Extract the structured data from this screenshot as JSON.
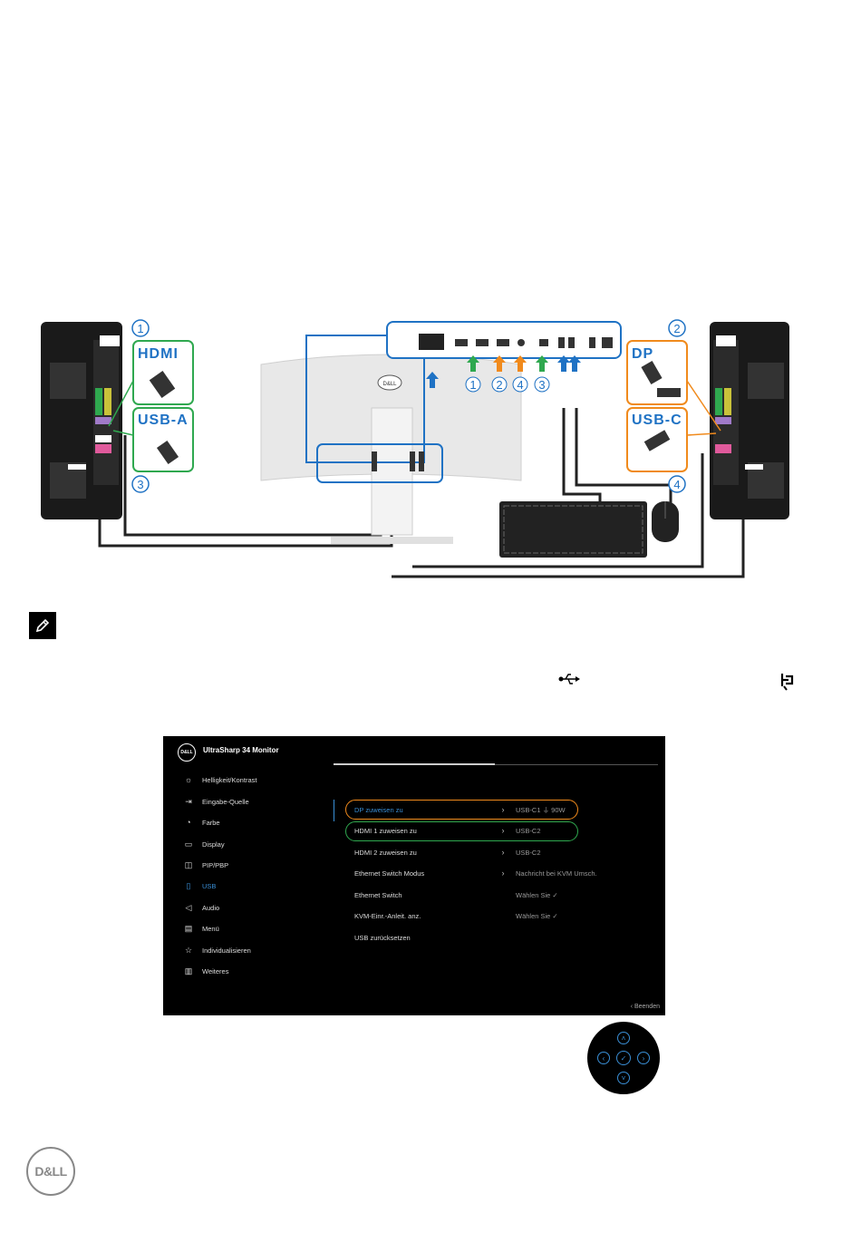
{
  "diagram": {
    "callouts": [
      "1",
      "2",
      "3",
      "4"
    ],
    "port_numbers": [
      "1",
      "2",
      "4",
      "3"
    ],
    "left_pc": {
      "labels": [
        "HDMI",
        "USB-A"
      ]
    },
    "right_pc": {
      "labels": [
        "DP",
        "USB-C"
      ]
    },
    "monitor_logo": "D&LL",
    "colors": {
      "green": "#2fa84f",
      "orange": "#f08a1c",
      "blue": "#1f72c4"
    }
  },
  "note_icon": "pencil-note-icon",
  "inline_icons": [
    "usb-icon",
    "power-delivery-icon"
  ],
  "osd": {
    "logo": "D&LL",
    "title": "UltraSharp 34 Monitor",
    "menu": [
      {
        "label": "Helligkeit/Kontrast",
        "icon": "☼"
      },
      {
        "label": "Eingabe-Quelle",
        "icon": "⇥"
      },
      {
        "label": "Farbe",
        "icon": "◔"
      },
      {
        "label": "Display",
        "icon": "▭"
      },
      {
        "label": "PIP/PBP",
        "icon": "◫"
      },
      {
        "label": "USB",
        "icon": "▯"
      },
      {
        "label": "Audio",
        "icon": "◁"
      },
      {
        "label": "Menü",
        "icon": "▤"
      },
      {
        "label": "Individualisieren",
        "icon": "☆"
      },
      {
        "label": "Weiteres",
        "icon": "▥"
      }
    ],
    "active_menu": "USB",
    "rows": [
      {
        "label": "DP zuweisen zu",
        "chevron": "›",
        "value": "USB-C1 ⏚ 90W"
      },
      {
        "label": "HDMI 1 zuweisen zu",
        "chevron": "›",
        "value": "USB-C2"
      },
      {
        "label": "HDMI 2 zuweisen zu",
        "chevron": "›",
        "value": "USB-C2"
      },
      {
        "label": "Ethernet Switch Modus",
        "chevron": "›",
        "value": "Nachricht bei KVM Umsch."
      },
      {
        "label": "Ethernet Switch",
        "chevron": "",
        "value": "Wählen Sie ✓"
      },
      {
        "label": "KVM-Einr.-Anleit. anz.",
        "chevron": "",
        "value": "Wählen Sie ✓"
      },
      {
        "label": "USB zurücksetzen",
        "chevron": "",
        "value": ""
      }
    ],
    "exit": "‹ Beenden",
    "ring_colors": {
      "dp": "#f08a1c",
      "hdmi": "#2fa84f"
    },
    "accent": "#3a8fd6"
  },
  "joystick": {
    "up": "˄",
    "down": "˅",
    "left": "‹",
    "right": "›",
    "center": "✓"
  },
  "footer_logo": "D&LL"
}
